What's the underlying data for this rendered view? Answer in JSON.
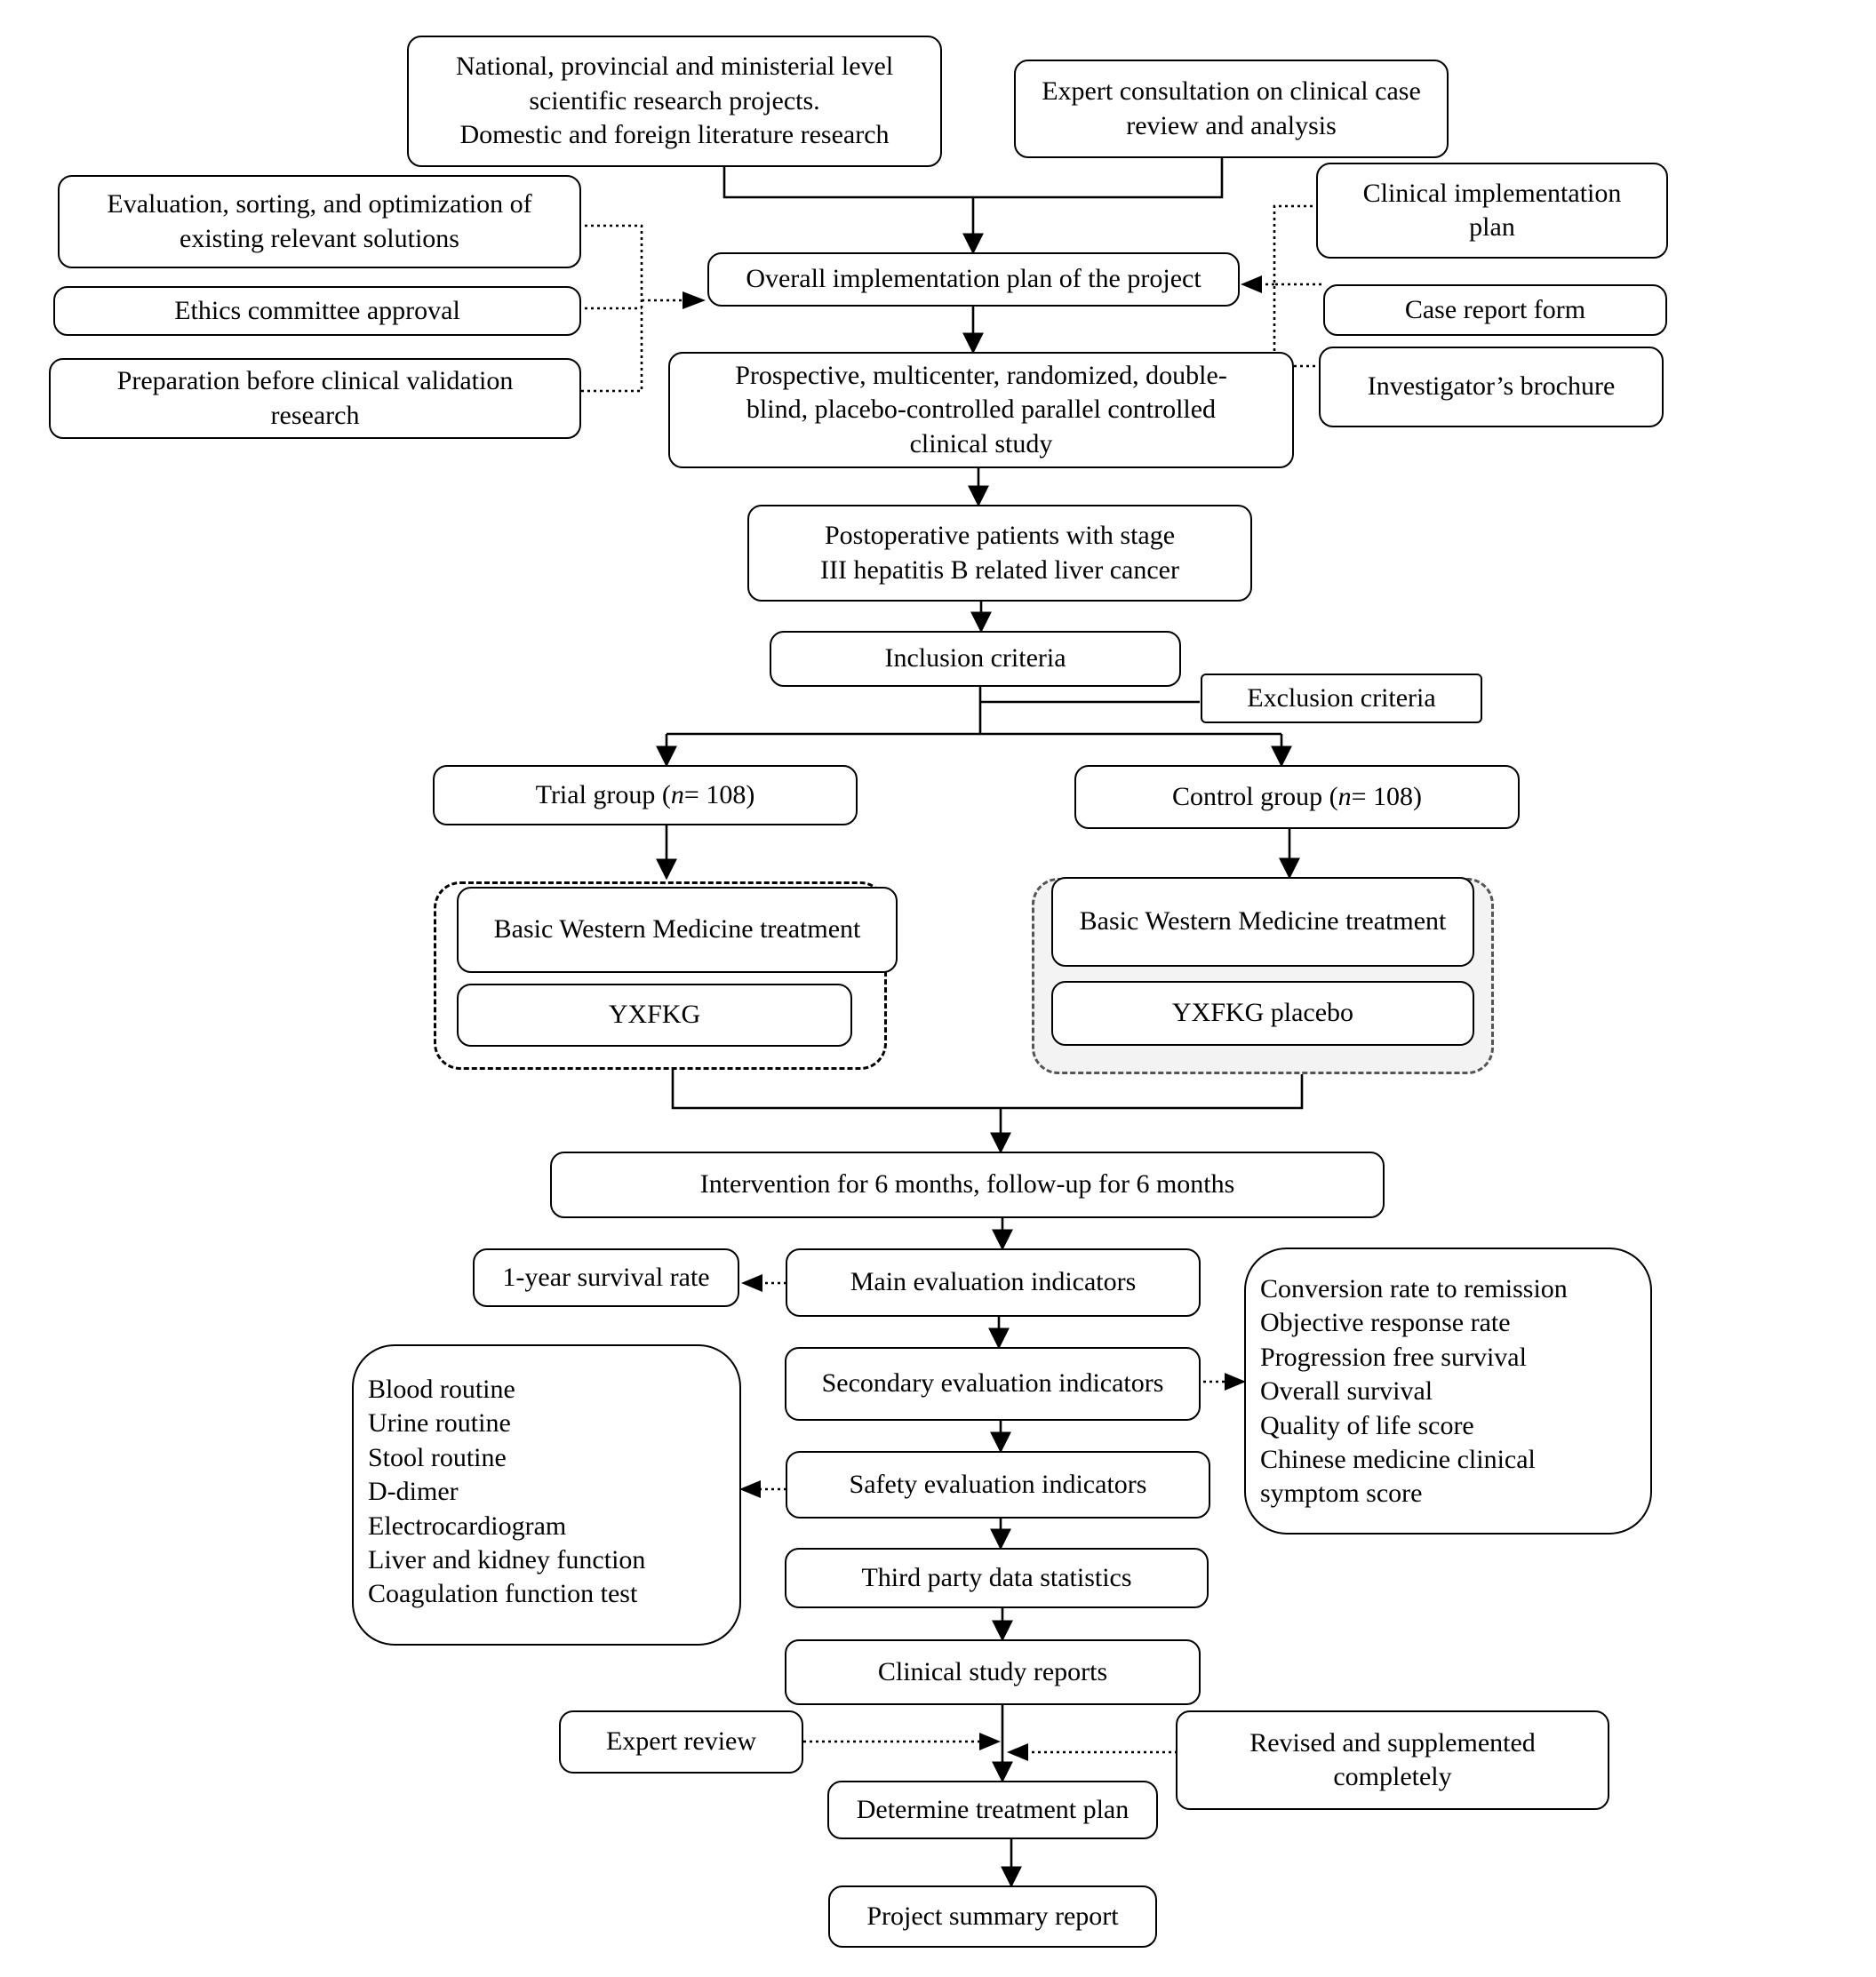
{
  "nodes": {
    "research_projects": "National, provincial and ministerial level\nscientific research projects.\nDomestic and foreign literature research",
    "expert_consultation": "Expert consultation on clinical case\nreview and analysis",
    "evaluation_sorting": "Evaluation, sorting, and optimization of\nexisting relevant solutions",
    "ethics_approval": "Ethics committee approval",
    "preparation": "Preparation before clinical validation\nresearch",
    "clinical_implementation_plan": "Clinical implementation\nplan",
    "case_report_form": "Case report form",
    "investigator_brochure": "Investigator’s brochure",
    "overall_plan": "Overall implementation plan of the project",
    "study_design": "Prospective, multicenter, randomized, double-\nblind, placebo-controlled parallel controlled\nclinical study",
    "patients": "Postoperative patients with stage\nIII hepatitis B related liver cancer",
    "inclusion": "Inclusion criteria",
    "exclusion": "Exclusion criteria",
    "trial_group": {
      "label": "Trial group (",
      "n": "n",
      "rest": " = 108)"
    },
    "control_group": {
      "label": "Control group (",
      "n": "n",
      "rest": " = 108)"
    },
    "trial_basic": "Basic Western Medicine treatment",
    "trial_drug": "YXFKG",
    "control_basic": "Basic Western Medicine treatment",
    "control_drug": "YXFKG placebo",
    "intervention": "Intervention for 6 months, follow-up for 6 months",
    "main_eval": "Main evaluation indicators",
    "survival": "1-year survival rate",
    "secondary_eval": "Secondary evaluation indicators",
    "secondary_list": "Conversion rate to remission\nObjective response rate\nProgression free survival\nOverall survival\nQuality of life score\nChinese medicine clinical\nsymptom score",
    "safety_eval": "Safety evaluation indicators",
    "safety_list": "Blood routine\nUrine routine\nStool routine\nD-dimer\nElectrocardiogram\nLiver and kidney function\nCoagulation function test",
    "third_party": "Third party data statistics",
    "study_reports": "Clinical study reports",
    "expert_review": "Expert review",
    "revised": "Revised and supplemented\ncompletely",
    "treatment_plan": "Determine treatment plan",
    "summary_report": "Project summary report"
  }
}
